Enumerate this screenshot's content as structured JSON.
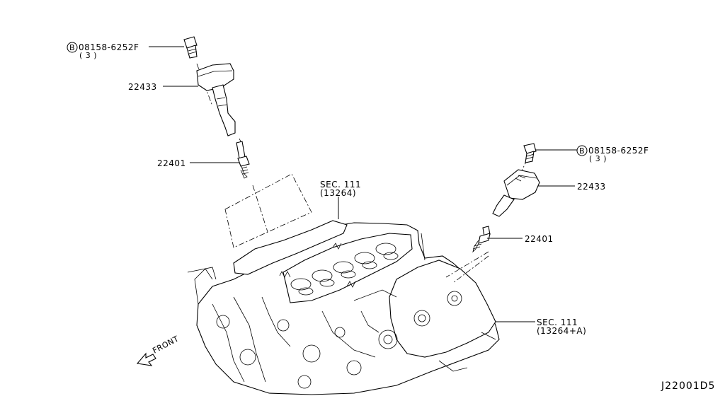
{
  "callouts": {
    "bolt_left": {
      "part_no": "08158-6252F",
      "qty": "( 3 )",
      "symbol": "B"
    },
    "coil_left": {
      "part_no": "22433"
    },
    "plug_left": {
      "part_no": "22401"
    },
    "sec_top": {
      "line1": "SEC. 111",
      "line2": "(13264)"
    },
    "bolt_right": {
      "part_no": "08158-6252F",
      "qty": "( 3 )",
      "symbol": "B"
    },
    "coil_right": {
      "part_no": "22433"
    },
    "plug_right": {
      "part_no": "22401"
    },
    "sec_right": {
      "line1": "SEC. 111",
      "line2": "(13264+A)"
    }
  },
  "front_label": "FRONT",
  "diagram_code": "J22001D5"
}
